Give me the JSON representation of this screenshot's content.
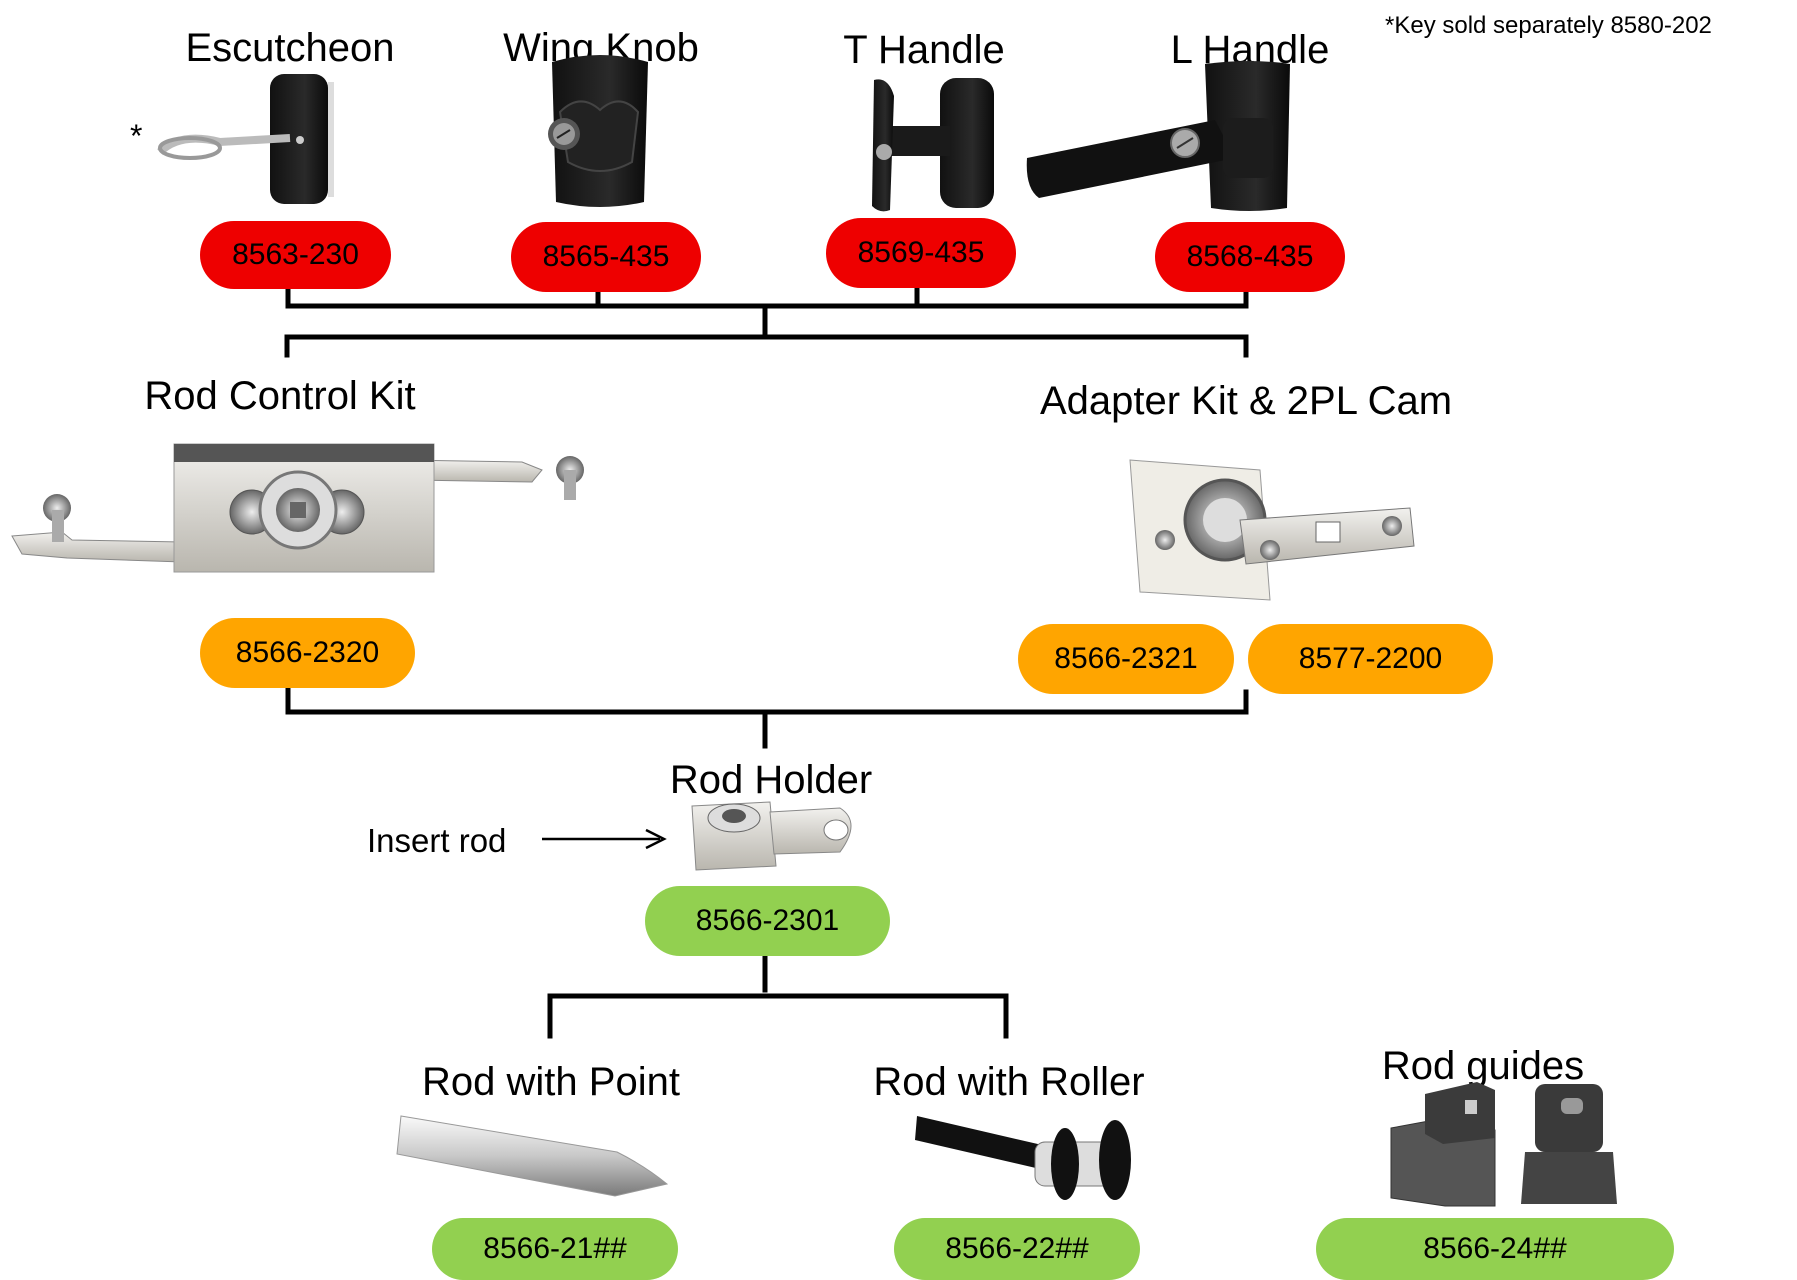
{
  "note": "*Key sold separately 8580-202",
  "handles": [
    {
      "name": "Escutcheon",
      "part": "8563-230"
    },
    {
      "name": "Wing Knob",
      "part": "8565-435"
    },
    {
      "name": "T Handle",
      "part": "8569-435"
    },
    {
      "name": "L Handle",
      "part": "8568-435"
    }
  ],
  "key_asterisk": "*",
  "rod_control_kit": {
    "name": "Rod Control Kit",
    "part": "8566-2320"
  },
  "adapter_kit": {
    "name": "Adapter Kit & 2PL Cam",
    "parts": [
      "8566-2321",
      "8577-2200"
    ]
  },
  "rod_holder": {
    "name": "Rod Holder",
    "part": "8566-2301",
    "insert_label": "Insert rod"
  },
  "rod_with_point": {
    "name": "Rod with Point",
    "part": "8566-21##"
  },
  "rod_with_roller": {
    "name": "Rod with Roller",
    "part": "8566-22##"
  },
  "rod_guides": {
    "name": "Rod guides",
    "part": "8566-24##"
  },
  "colors": {
    "red": "#ee0000",
    "orange": "#ffa500",
    "green": "#92d050"
  }
}
